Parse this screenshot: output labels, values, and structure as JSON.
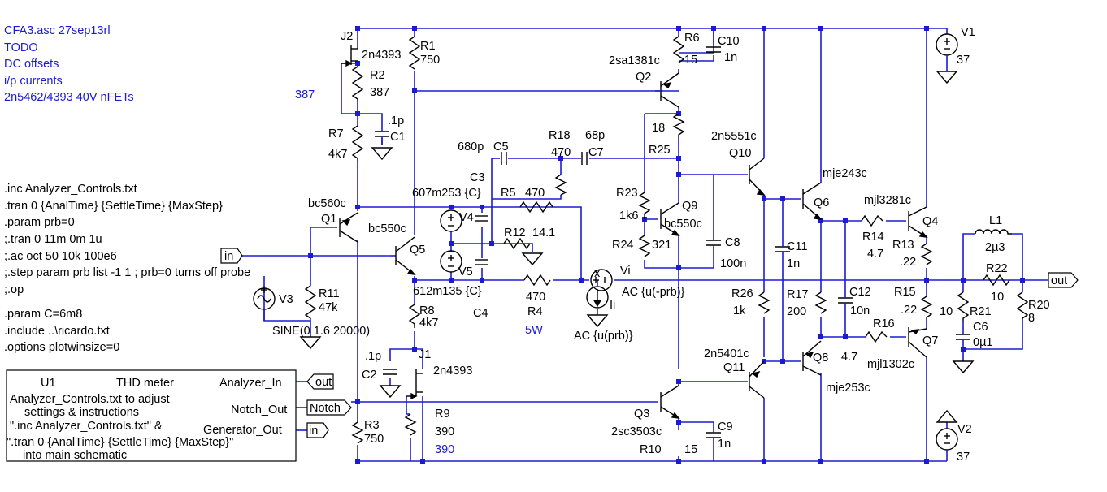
{
  "notes": {
    "header": [
      "CFA3.asc 27sep13rl",
      "TODO",
      "DC offsets",
      "i/p currents",
      "2n5462/4393 40V nFETs"
    ],
    "value_387": "387",
    "directives": [
      ".inc Analyzer_Controls.txt",
      ".tran 0 {AnalTime} {SettleTime} {MaxStep}",
      ".param prb=0",
      ";.tran 0 11m 0m 1u",
      ";.ac oct 50 10k 100e6",
      ";.step param prb list -1 1 ; prb=0 turns off probe",
      ";.op"
    ],
    "directives2": [
      ".param C=6m8",
      ".include ..\\ricardo.txt",
      ".options plotwinsize=0"
    ],
    "power_note": "5W",
    "r9_note": "390"
  },
  "u1": {
    "ref": "U1",
    "title": "THD meter",
    "lines": [
      "Analyzer_Controls.txt to adjust",
      "settings & instructions",
      "\".inc Analyzer_Controls.txt\" &",
      "\".tran 0 {AnalTime} {SettleTime} {MaxStep}\"",
      "into main schematic"
    ],
    "pin_in": "Analyzer_In",
    "pin_notch": "Notch_Out",
    "pin_gen": "Generator_Out"
  },
  "ports": {
    "in1": "in",
    "out_main": "out",
    "out_u1": "out",
    "notch": "Notch",
    "in_u1": "in"
  },
  "components": {
    "J2": "J2",
    "J2_model": "2n4393",
    "R1": "R1",
    "R1_val": "750",
    "R2": "R2",
    "R2_val": "387",
    "C1_val": ".1p",
    "C1": "C1",
    "R7": "R7",
    "R7_val": "4k7",
    "Q1_model": "bc560c",
    "Q1": "Q1",
    "Q5_model": "bc550c",
    "Q5": "Q5",
    "R11": "R11",
    "R11_val": "47k",
    "V3": "V3",
    "V3_val": "SINE(0 1.6 20000)",
    "R3": "R3",
    "R3_val": "750",
    "C2_val": ".1p",
    "C2": "C2",
    "J1": "J1",
    "J1_model": "2n4393",
    "R8": "R8",
    "R8_val": "4k7",
    "R9": "R9",
    "R9_val": "390",
    "C5_val": "680p",
    "C5": "C5",
    "C3": "C3",
    "C3_val": "607m253 {C}",
    "V4": "V4",
    "V5": "V5",
    "C4_val": "612m135 {C}",
    "C4": "C4",
    "R5": "R5",
    "R5_val": "470",
    "R12": "R12",
    "R12_val": "14.1",
    "R18": "R18",
    "R18_val": "470",
    "C7_val": "68p",
    "C7": "C7",
    "R4_val": "470",
    "R4": "R4",
    "Vi": "Vi",
    "Vi_val": "AC {u(-prb)}",
    "Ii": "Ii",
    "Ii_val": "AC {u(prb)}",
    "x_label": "x",
    "R6": "R6",
    "R6_val": "15",
    "C10": "C10",
    "C10_val": "1n",
    "Q2_model": "2sa1381c",
    "Q2": "Q2",
    "R25_val": "18",
    "R25": "R25",
    "R23": "R23",
    "R23_val": "1k6",
    "Q9": "Q9",
    "Q9_model": "bc550c",
    "R24": "R24",
    "R24_val": "321",
    "C8": "C8",
    "C8_val": "100n",
    "Q10_model": "2n5551c",
    "Q10": "Q10",
    "Q6_model": "mje243c",
    "Q6": "Q6",
    "Q4_model": "mjl3281c",
    "Q4": "Q4",
    "R14": "R14",
    "R14_val": "4.7",
    "R13": "R13",
    "R13_val": ".22",
    "C11": "C11",
    "C11_val": "1n",
    "R26": "R26",
    "R26_val": "1k",
    "R17": "R17",
    "R17_val": "200",
    "C12": "C12",
    "C12_val": "10n",
    "R15": "R15",
    "R15_val": ".22",
    "R16": "R16",
    "R16_val": "4.7",
    "Q7": "Q7",
    "Q7_model": "mjl1302c",
    "Q11_model": "2n5401c",
    "Q11": "Q11",
    "Q8": "Q8",
    "Q8_model": "mje253c",
    "Q3": "Q3",
    "Q3_model": "2sc3503c",
    "R10": "R10",
    "R10_val": "15",
    "C9": "C9",
    "C9_val": "1n",
    "L1": "L1",
    "L1_val": "2µ3",
    "R22": "R22",
    "R22_val": "10",
    "R21_val": "10",
    "R21": "R21",
    "C6": "C6",
    "C6_val": "0µ1",
    "R20": "R20",
    "R20_val": "8",
    "V1": "V1",
    "V1_val": "37",
    "V2": "V2",
    "V2_val": "37"
  }
}
